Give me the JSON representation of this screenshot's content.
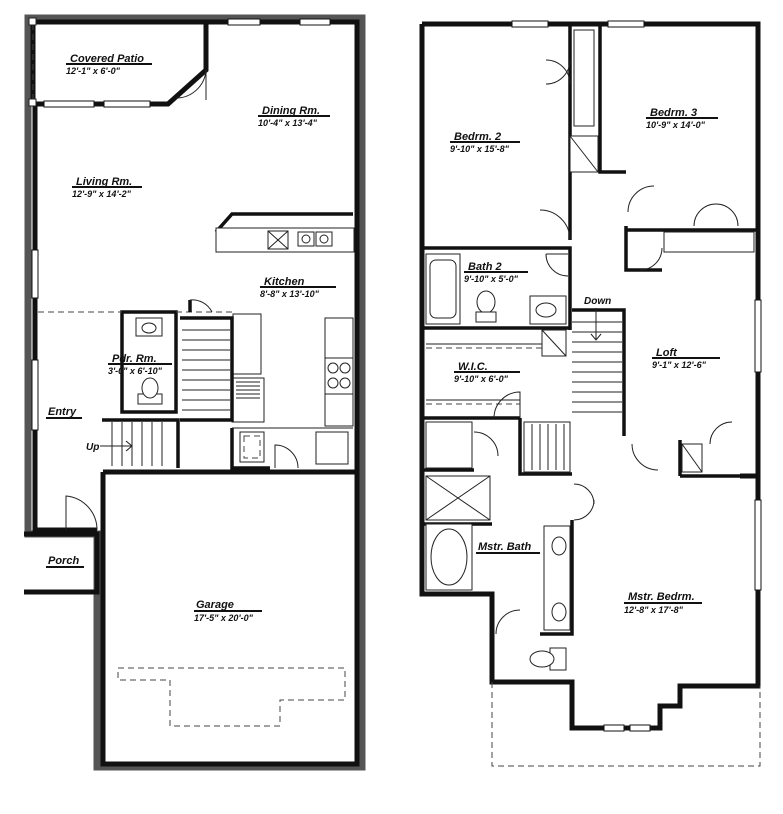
{
  "floors": [
    {
      "rooms": [
        {
          "name": "Covered Patio",
          "dims": "12'-1\" x 6'-0\""
        },
        {
          "name": "Dining Rm.",
          "dims": "10'-4\" x 13'-4\""
        },
        {
          "name": "Living Rm.",
          "dims": "12'-9\" x 14'-2\""
        },
        {
          "name": "Kitchen",
          "dims": "8'-8\" x 13'-10\""
        },
        {
          "name": "Pdr. Rm.",
          "dims": "3'-0\" x 6'-10\""
        },
        {
          "name": "Entry",
          "dims": ""
        },
        {
          "name": "Porch",
          "dims": ""
        },
        {
          "name": "Garage",
          "dims": "17'-5\" x 20'-0\""
        }
      ],
      "stair_note": "Up"
    },
    {
      "rooms": [
        {
          "name": "Bedrm. 2",
          "dims": "9'-10\" x 15'-8\""
        },
        {
          "name": "Bedrm. 3",
          "dims": "10'-9\" x 14'-0\""
        },
        {
          "name": "Bath 2",
          "dims": "9'-10\" x 5'-0\""
        },
        {
          "name": "W.I.C.",
          "dims": "9'-10\" x 6'-0\""
        },
        {
          "name": "Loft",
          "dims": "9'-1\" x 12'-6\""
        },
        {
          "name": "Mstr. Bath",
          "dims": ""
        },
        {
          "name": "Mstr. Bedrm.",
          "dims": "12'-8\" x 17'-8\""
        }
      ],
      "stair_note": "Down"
    }
  ]
}
